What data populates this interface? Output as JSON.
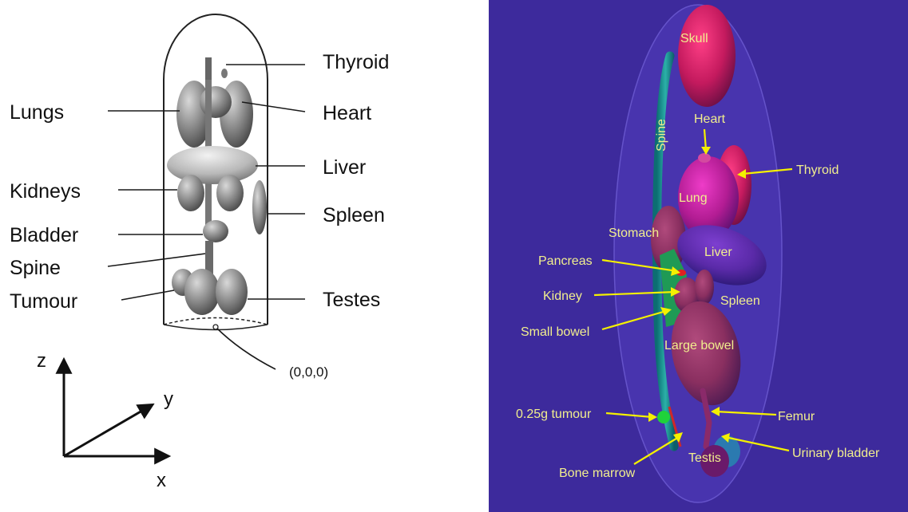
{
  "left_diagram": {
    "labels": {
      "thyroid": "Thyroid",
      "lungs": "Lungs",
      "heart": "Heart",
      "liver": "Liver",
      "kidneys": "Kidneys",
      "spleen": "Spleen",
      "bladder": "Bladder",
      "spine": "Spine",
      "tumour": "Tumour",
      "testes": "Testes"
    },
    "origin": "(0,0,0)",
    "axes": {
      "z": "z",
      "y": "y",
      "x": "x"
    }
  },
  "right_diagram": {
    "labels": {
      "skull": "Skull",
      "spine": "Spine",
      "heart": "Heart",
      "thyroid": "Thyroid",
      "lung": "Lung",
      "stomach": "Stomach",
      "liver": "Liver",
      "pancreas": "Pancreas",
      "kidney": "Kidney",
      "spleen": "Spleen",
      "small_bowel": "Small bowel",
      "large_bowel": "Large bowel",
      "tumour": "0.25g tumour",
      "femur": "Femur",
      "testis": "Testis",
      "urinary_bladder": "Urinary bladder",
      "bone_marrow": "Bone marrow"
    },
    "colors": {
      "background": "#3d2a9c",
      "label_text": "#f1ee8e",
      "arrow": "#f4f000"
    }
  }
}
